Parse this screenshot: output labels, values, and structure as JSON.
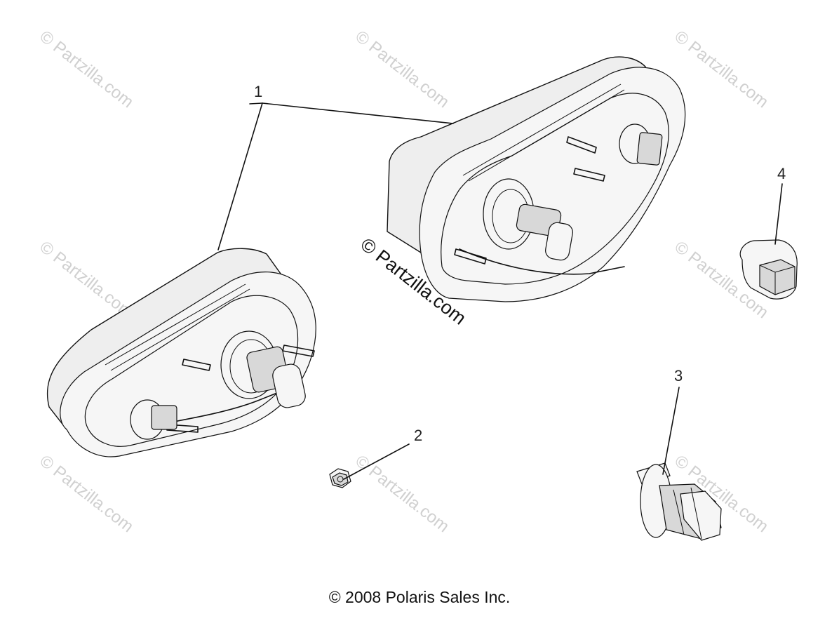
{
  "watermarks": [
    "© Partzilla.com",
    "© Partzilla.com",
    "© Partzilla.com",
    "© Partzilla.com",
    "© Partzilla.com",
    "© Partzilla.com",
    "© Partzilla.com",
    "© Partzilla.com"
  ],
  "center_watermark": "© Partzilla.com",
  "callouts": [
    "1",
    "2",
    "3",
    "4"
  ],
  "copyright": "© 2008 Polaris Sales Inc."
}
